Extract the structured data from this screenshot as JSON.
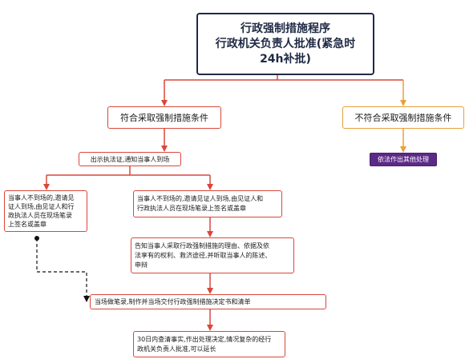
{
  "diagram": {
    "title_box": {
      "text": "行政强制措施程序\n行政机关负责人批准(紧急时\n24h补批)"
    },
    "branch_yes": {
      "text": "符合采取强制措施条件"
    },
    "branch_no": {
      "text": "不符合采取强制措施条件"
    },
    "other_handling": {
      "text": "依法作出其他处理"
    },
    "show_id": {
      "text": "出示执法证,通知当事人到场"
    },
    "absent_party": {
      "text": "当事人不到场的,邀请见\n证人到场,由见证人和行\n政执法人员在现场笔录\n上签名或盖章"
    },
    "absent_party_center": {
      "text": "当事人不到场的,邀请见证人到场,由见证人和\n行政执法人员在现场笔录上签名或盖章"
    },
    "inform": {
      "text": "告知当事人采取行政强制措施的理由、依据及依\n法享有的权利、救济途径,并听取当事人的陈述、\n申辩"
    },
    "record": {
      "text": "当场做笔录,制作并当场交付行政强制措施决定书和清单"
    },
    "deadline": {
      "text": "30日内查清事实,作出处理决定,情况复杂的经行\n政机关负责人批准,可以延长"
    },
    "colors": {
      "red": "#d9473a",
      "orange": "#e8a13a",
      "navy": "#1f2a44",
      "purple": "#5b2a86",
      "dashed": "#111111"
    },
    "icons": {
      "arrowhead": "arrowhead-icon",
      "dot": "dot-icon"
    }
  }
}
